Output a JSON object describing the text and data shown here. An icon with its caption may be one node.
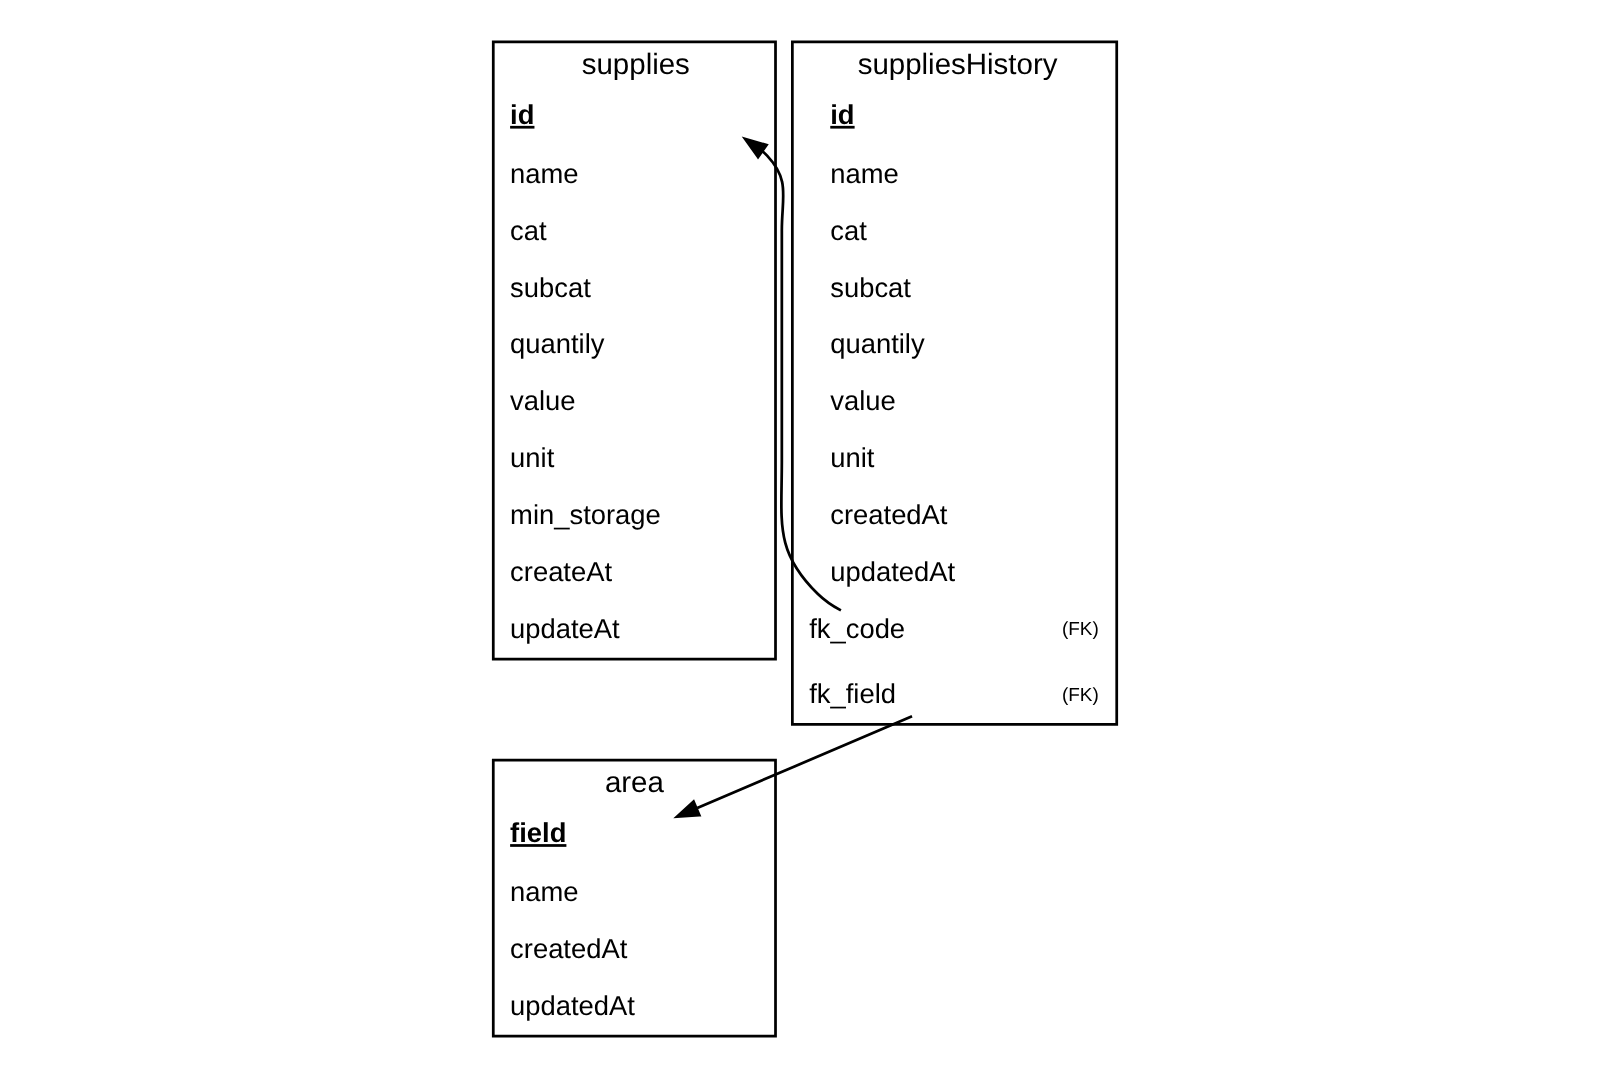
{
  "diagram": {
    "nodes": [
      {
        "text": [
          "supplies"
        ]
      },
      {
        "text": [
          "id"
        ],
        "in": 0
      },
      {
        "text": [
          "name"
        ],
        "in": 0
      },
      {
        "text": [
          "cat"
        ],
        "in": 0
      },
      {
        "text": [
          "subcat"
        ],
        "in": 0
      },
      {
        "text": [
          "quantily"
        ],
        "in": 0
      },
      {
        "text": [
          "value"
        ],
        "in": 0
      },
      {
        "text": [
          "unit"
        ],
        "in": 0
      },
      {
        "text": [
          "min_storage"
        ],
        "in": 0
      },
      {
        "text": [
          "createAt"
        ],
        "in": 0
      },
      {
        "text": [
          "updateAt"
        ],
        "in": 0
      },
      {
        "text": [
          "suppliesHistory"
        ]
      },
      {
        "text": [
          "id"
        ],
        "in": 11
      },
      {
        "text": [
          "name"
        ],
        "in": 11
      },
      {
        "text": [
          "cat"
        ],
        "in": 11
      },
      {
        "text": [
          "subcat"
        ],
        "in": 11
      },
      {
        "text": [
          "quantily"
        ],
        "in": 11
      },
      {
        "text": [
          "value"
        ],
        "in": 11
      },
      {
        "text": [
          "unit"
        ],
        "in": 11
      },
      {
        "text": [
          "createdAt"
        ],
        "in": 11
      },
      {
        "text": [
          "updatedAt"
        ],
        "in": 11
      },
      {
        "text": [
          "fk_code"
        ],
        "in": 11,
        "beside": [
          "(FK)"
        ]
      },
      {
        "text": [
          "fk_field"
        ],
        "in": 11,
        "beside": [
          "(FK)"
        ]
      },
      {
        "text": [
          "area"
        ]
      },
      {
        "text": [
          "field"
        ],
        "in": 23
      },
      {
        "text": [
          "name"
        ],
        "in": 23
      },
      {
        "text": [
          "createdAt"
        ],
        "in": 23
      },
      {
        "text": [
          "updatedAt"
        ],
        "in": 23
      }
    ],
    "edges": [
      {
        "from": 21,
        "to": 1,
        "arrow": "to"
      },
      {
        "from": 22,
        "to": 24,
        "arrow": "to"
      }
    ]
  }
}
